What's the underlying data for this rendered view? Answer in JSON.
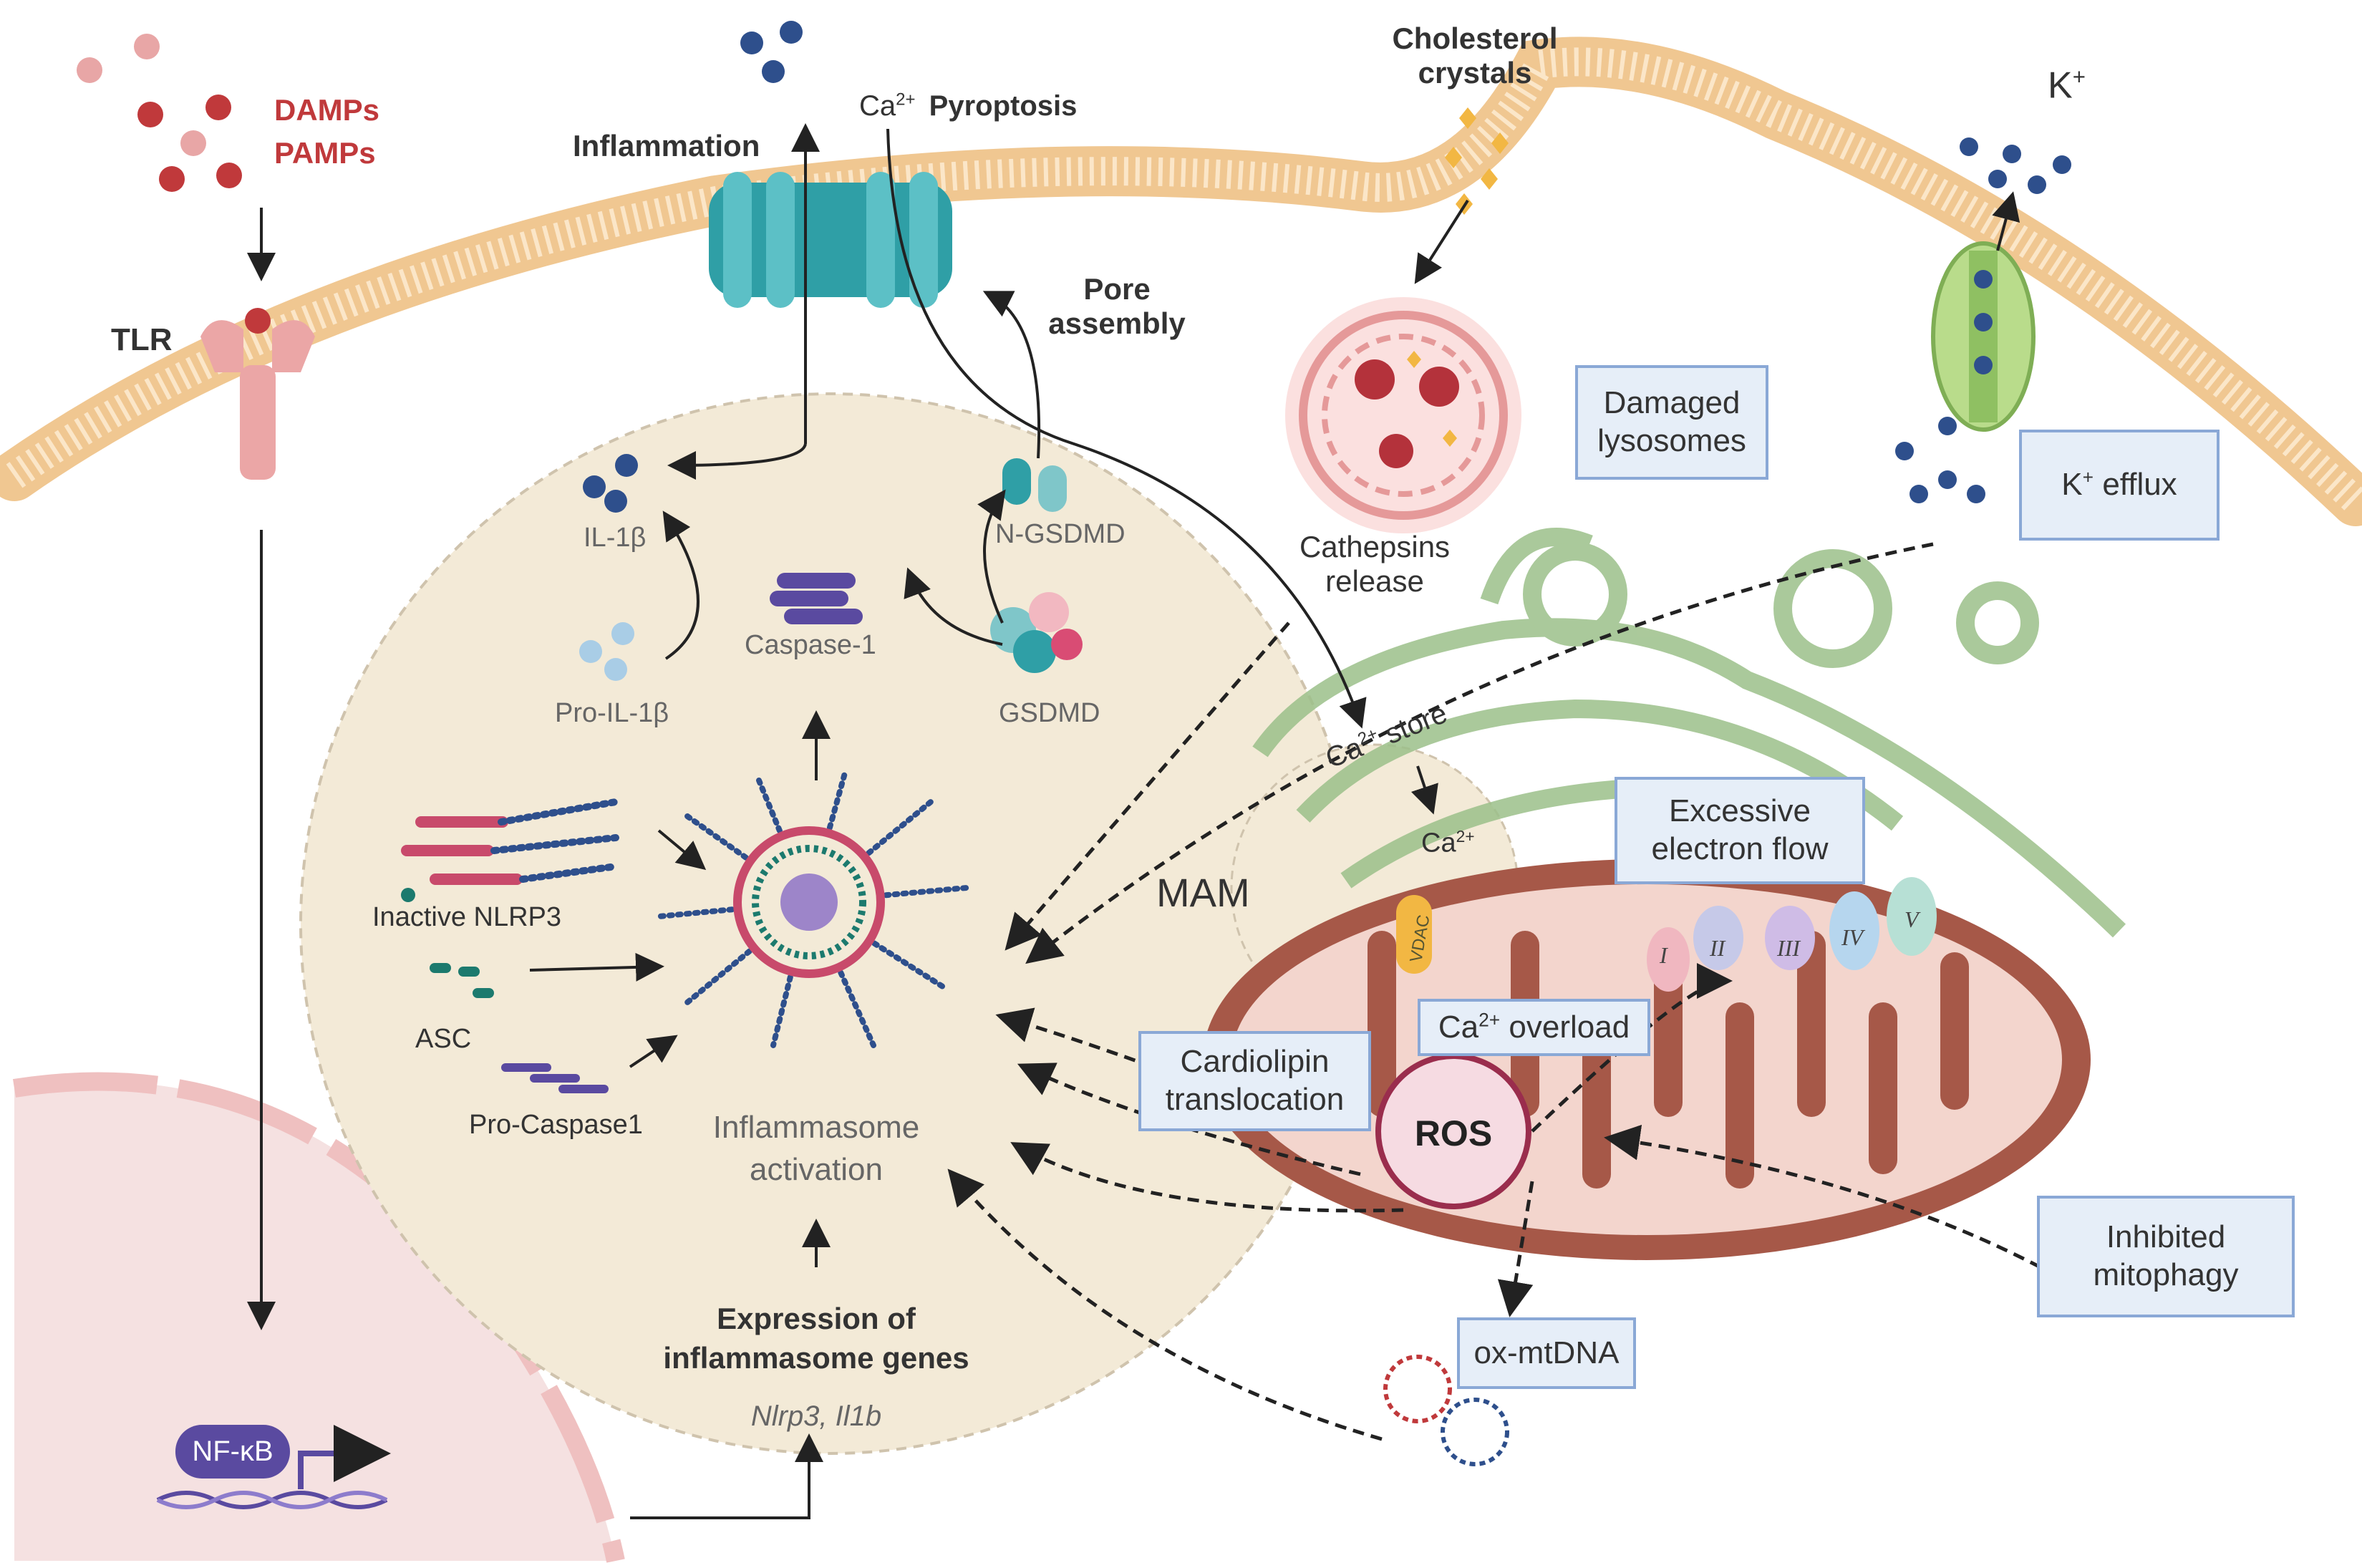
{
  "colors": {
    "membrane": "#f6d3a8",
    "cytoplasm": "#f3ead7",
    "nucleus": "#f5e1e1",
    "pore": "#2f9fa6",
    "mitochondria": "#a65848",
    "er": "#9cc08a",
    "damps_red": "#c0393b",
    "box_fill": "#e6eef8",
    "box_border": "#8aa8d6"
  },
  "labels": {
    "damps": "DAMPs",
    "pamps": "PAMPs",
    "tlr": "TLR",
    "inflammation": "Inflammation",
    "ca_pyroptosis_ca": "Ca",
    "ca_pyroptosis_charge": "2+",
    "pyroptosis": "Pyroptosis",
    "pore_assembly_1": "Pore",
    "pore_assembly_2": "assembly",
    "cholesterol_1": "Cholesterol",
    "cholesterol_2": "crystals",
    "k_ion": "K",
    "k_charge": "+",
    "cathepsins_1": "Cathepsins",
    "cathepsins_2": "release",
    "il1b": "IL-1β",
    "pro_il1b": "Pro-IL-1β",
    "caspase1": "Caspase-1",
    "n_gsdmd": "N-GSDMD",
    "gsdmd": "GSDMD",
    "inactive_nlrp3": "Inactive NLRP3",
    "asc": "ASC",
    "pro_caspase1": "Pro-Caspase1",
    "inflammasome_1": "Inflammasome",
    "inflammasome_2": "activation",
    "expression_1": "Expression of",
    "expression_2": "inflammasome genes",
    "genes": "Nlrp3, Il1b",
    "nfkb": "NF-κB",
    "ca_store": "Ca",
    "ca_store_charge": "2+",
    "ca_store_word": "store",
    "ca_small": "Ca",
    "ca_small_charge": "2+",
    "mam": "MAM",
    "vdac": "VDAC",
    "ros": "ROS",
    "complex_1": "I",
    "complex_2": "II",
    "complex_3": "III",
    "complex_4": "IV",
    "complex_5": "V"
  },
  "boxes": {
    "damaged_lysosomes_1": "Damaged",
    "damaged_lysosomes_2": "lysosomes",
    "k_efflux_k": "K",
    "k_efflux_charge": "+",
    "k_efflux_word": "efflux",
    "excessive_1": "Excessive",
    "excessive_2": "electron flow",
    "cardiolipin_1": "Cardiolipin",
    "cardiolipin_2": "translocation",
    "ca_overload_ca": "Ca",
    "ca_overload_charge": "2+",
    "ca_overload_word": "overload",
    "inhibited_1": "Inhibited",
    "inhibited_2": "mitophagy",
    "ox_mtdna": "ox-mtDNA"
  }
}
